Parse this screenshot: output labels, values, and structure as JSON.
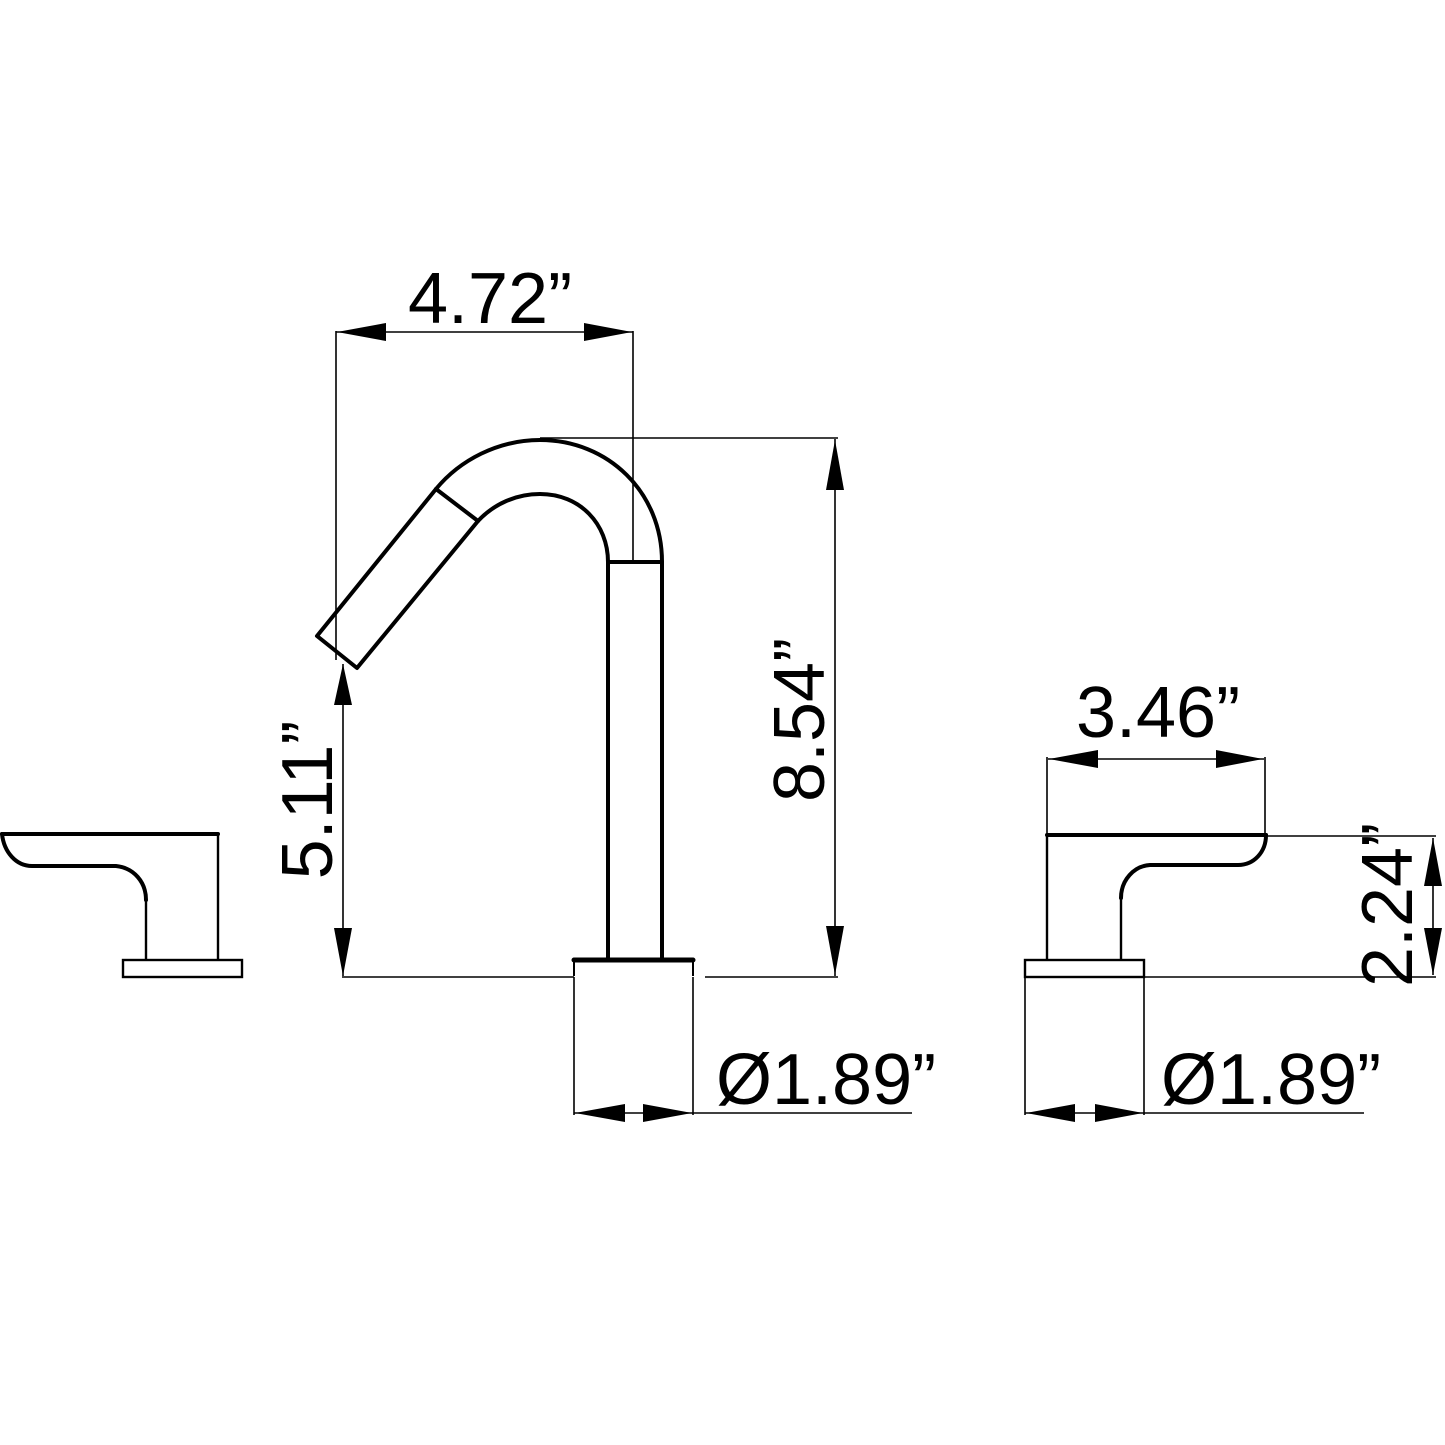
{
  "drawing": {
    "subject": "Widespread bathroom faucet set — spout and two handles",
    "line_color": "#000000",
    "background": "#ffffff"
  },
  "dimensions": {
    "spout_reach": {
      "label": "4.72”",
      "value": 4.72,
      "unit": "in",
      "orientation": "horizontal"
    },
    "spout_height": {
      "label": "8.54”",
      "value": 8.54,
      "unit": "in",
      "orientation": "vertical"
    },
    "aerator_height": {
      "label": "5.11”",
      "value": 5.11,
      "unit": "in",
      "orientation": "vertical"
    },
    "spout_base_diameter": {
      "label": "Ø1.89”",
      "value": 1.89,
      "unit": "in",
      "orientation": "horizontal"
    },
    "handle_length": {
      "label": "3.46”",
      "value": 3.46,
      "unit": "in",
      "orientation": "horizontal"
    },
    "handle_height": {
      "label": "2.24”",
      "value": 2.24,
      "unit": "in",
      "orientation": "vertical"
    },
    "handle_base_diameter": {
      "label": "Ø1.89”",
      "value": 1.89,
      "unit": "in",
      "orientation": "horizontal"
    }
  }
}
